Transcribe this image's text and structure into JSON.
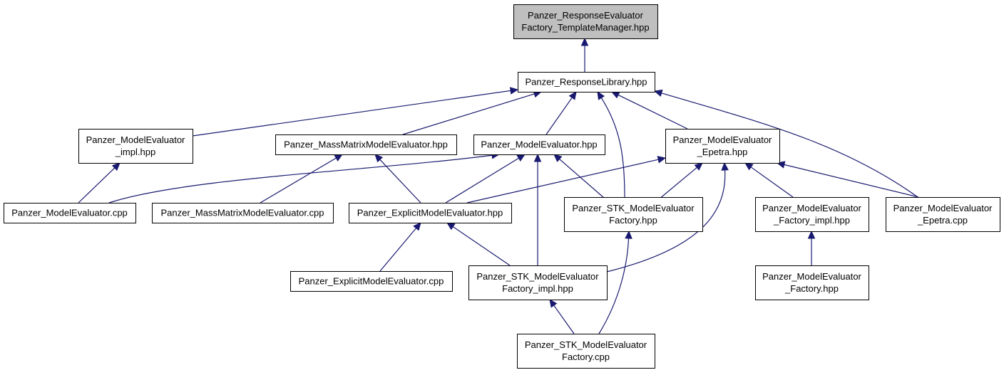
{
  "graph": {
    "nodes": [
      {
        "id": "rl_tm",
        "lines": [
          "Panzer_ResponseEvaluator",
          "Factory_TemplateManager.hpp"
        ],
        "root": true
      },
      {
        "id": "rl",
        "lines": [
          "Panzer_ResponseLibrary.hpp"
        ]
      },
      {
        "id": "me_impl",
        "lines": [
          "Panzer_ModelEvaluator",
          "_impl.hpp"
        ]
      },
      {
        "id": "mm_hpp",
        "lines": [
          "Panzer_MassMatrixModelEvaluator.hpp"
        ]
      },
      {
        "id": "me_hpp",
        "lines": [
          "Panzer_ModelEvaluator.hpp"
        ]
      },
      {
        "id": "mee_hpp",
        "lines": [
          "Panzer_ModelEvaluator",
          "_Epetra.hpp"
        ]
      },
      {
        "id": "me_cpp",
        "lines": [
          "Panzer_ModelEvaluator.cpp"
        ]
      },
      {
        "id": "mm_cpp",
        "lines": [
          "Panzer_MassMatrixModelEvaluator.cpp"
        ]
      },
      {
        "id": "ex_hpp",
        "lines": [
          "Panzer_ExplicitModelEvaluator.hpp"
        ]
      },
      {
        "id": "stk_f_hpp",
        "lines": [
          "Panzer_STK_ModelEvaluator",
          "Factory.hpp"
        ]
      },
      {
        "id": "mef_impl",
        "lines": [
          "Panzer_ModelEvaluator",
          "_Factory_impl.hpp"
        ]
      },
      {
        "id": "mee_cpp",
        "lines": [
          "Panzer_ModelEvaluator",
          "_Epetra.cpp"
        ]
      },
      {
        "id": "ex_cpp",
        "lines": [
          "Panzer_ExplicitModelEvaluator.cpp"
        ]
      },
      {
        "id": "stk_fi",
        "lines": [
          "Panzer_STK_ModelEvaluator",
          "Factory_impl.hpp"
        ]
      },
      {
        "id": "mef_hpp",
        "lines": [
          "Panzer_ModelEvaluator",
          "_Factory.hpp"
        ]
      },
      {
        "id": "stk_f_cpp",
        "lines": [
          "Panzer_STK_ModelEvaluator",
          "Factory.cpp"
        ]
      }
    ],
    "edges": [
      {
        "from": "rl",
        "to": "rl_tm"
      },
      {
        "from": "me_impl",
        "to": "rl"
      },
      {
        "from": "mm_hpp",
        "to": "rl"
      },
      {
        "from": "me_hpp",
        "to": "rl"
      },
      {
        "from": "stk_f_hpp",
        "to": "rl"
      },
      {
        "from": "mee_hpp",
        "to": "rl"
      },
      {
        "from": "mee_cpp",
        "to": "rl"
      },
      {
        "from": "me_cpp",
        "to": "me_impl"
      },
      {
        "from": "mm_cpp",
        "to": "mm_hpp"
      },
      {
        "from": "ex_hpp",
        "to": "mm_hpp"
      },
      {
        "from": "me_cpp",
        "to": "me_hpp"
      },
      {
        "from": "ex_hpp",
        "to": "me_hpp"
      },
      {
        "from": "stk_fi",
        "to": "me_hpp"
      },
      {
        "from": "stk_f_hpp",
        "to": "me_hpp"
      },
      {
        "from": "ex_hpp",
        "to": "mee_hpp"
      },
      {
        "from": "stk_f_hpp",
        "to": "mee_hpp"
      },
      {
        "from": "stk_fi",
        "to": "mee_hpp"
      },
      {
        "from": "mef_impl",
        "to": "mee_hpp"
      },
      {
        "from": "mee_cpp",
        "to": "mee_hpp"
      },
      {
        "from": "ex_cpp",
        "to": "ex_hpp"
      },
      {
        "from": "stk_fi",
        "to": "ex_hpp"
      },
      {
        "from": "stk_f_cpp",
        "to": "stk_f_hpp"
      },
      {
        "from": "mef_hpp",
        "to": "mef_impl"
      },
      {
        "from": "stk_f_cpp",
        "to": "stk_fi"
      }
    ]
  }
}
